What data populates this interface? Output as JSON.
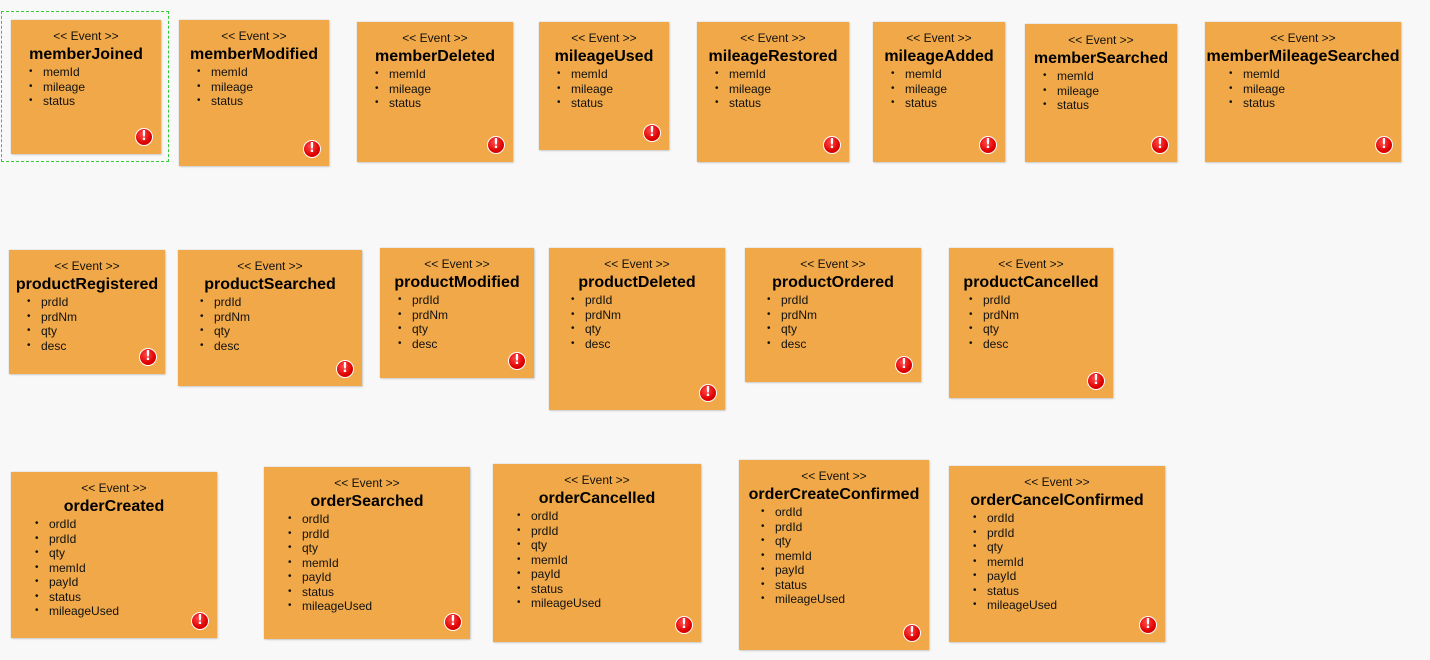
{
  "stereotype": "<< Event >>",
  "warning_icon": "exclamation-icon",
  "stickies": [
    {
      "id": "memberJoined",
      "name": "memberJoined",
      "fields": [
        "memId",
        "mileage",
        "status"
      ],
      "selected": true
    },
    {
      "id": "memberModified",
      "name": "memberModified",
      "fields": [
        "memId",
        "mileage",
        "status"
      ]
    },
    {
      "id": "memberDeleted",
      "name": "memberDeleted",
      "fields": [
        "memId",
        "mileage",
        "status"
      ]
    },
    {
      "id": "mileageUsed",
      "name": "mileageUsed",
      "fields": [
        "memId",
        "mileage",
        "status"
      ]
    },
    {
      "id": "mileageRestored",
      "name": "mileageRestored",
      "fields": [
        "memId",
        "mileage",
        "status"
      ]
    },
    {
      "id": "mileageAdded",
      "name": "mileageAdded",
      "fields": [
        "memId",
        "mileage",
        "status"
      ]
    },
    {
      "id": "memberSearched",
      "name": "memberSearched",
      "fields": [
        "memId",
        "mileage",
        "status"
      ]
    },
    {
      "id": "memberMileageSearched",
      "name": "memberMileageSearched",
      "fields": [
        "memId",
        "mileage",
        "status"
      ]
    },
    {
      "id": "productRegistered",
      "name": "productRegistered",
      "fields": [
        "prdId",
        "prdNm",
        "qty",
        "desc"
      ]
    },
    {
      "id": "productSearched",
      "name": "productSearched",
      "fields": [
        "prdId",
        "prdNm",
        "qty",
        "desc"
      ]
    },
    {
      "id": "productModified",
      "name": "productModified",
      "fields": [
        "prdId",
        "prdNm",
        "qty",
        "desc"
      ]
    },
    {
      "id": "productDeleted",
      "name": "productDeleted",
      "fields": [
        "prdId",
        "prdNm",
        "qty",
        "desc"
      ]
    },
    {
      "id": "productOrdered",
      "name": "productOrdered",
      "fields": [
        "prdId",
        "prdNm",
        "qty",
        "desc"
      ]
    },
    {
      "id": "productCancelled",
      "name": "productCancelled",
      "fields": [
        "prdId",
        "prdNm",
        "qty",
        "desc"
      ]
    },
    {
      "id": "orderCreated",
      "name": "orderCreated",
      "fields": [
        "ordId",
        "prdId",
        "qty",
        "memId",
        "payId",
        "status",
        "mileageUsed"
      ]
    },
    {
      "id": "orderSearched",
      "name": "orderSearched",
      "fields": [
        "ordId",
        "prdId",
        "qty",
        "memId",
        "payId",
        "status",
        "mileageUsed"
      ]
    },
    {
      "id": "orderCancelled",
      "name": "orderCancelled",
      "fields": [
        "ordId",
        "prdId",
        "qty",
        "memId",
        "payId",
        "status",
        "mileageUsed"
      ]
    },
    {
      "id": "orderCreateConfirmed",
      "name": "orderCreateConfirmed",
      "fields": [
        "ordId",
        "prdId",
        "qty",
        "memId",
        "payId",
        "status",
        "mileageUsed"
      ]
    },
    {
      "id": "orderCancelConfirmed",
      "name": "orderCancelConfirmed",
      "fields": [
        "ordId",
        "prdId",
        "qty",
        "memId",
        "payId",
        "status",
        "mileageUsed"
      ]
    }
  ]
}
